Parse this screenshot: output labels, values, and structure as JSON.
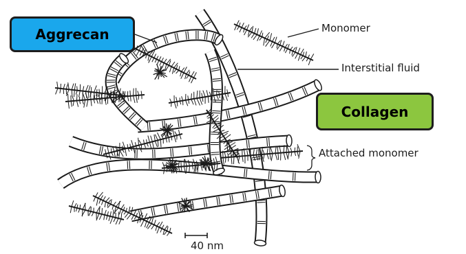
{
  "labels": {
    "aggrecan": "Aggrecan",
    "collagen": "Collagen",
    "monomer": "Monomer",
    "interstitial_fluid": "Interstitial fluid",
    "attached_monomer": "Attached monomer",
    "scale_bar": "40 nm"
  },
  "colors": {
    "aggrecan_fill": "#1aa7ec",
    "collagen_fill": "#8cc63f",
    "ink": "#1a1a1a",
    "fibril_fill": "#ffffff",
    "background": "#ffffff"
  },
  "icons": {
    "collagen_fibril": "tubular-fibril",
    "aggrecan_monomer": "bottle-brush"
  }
}
